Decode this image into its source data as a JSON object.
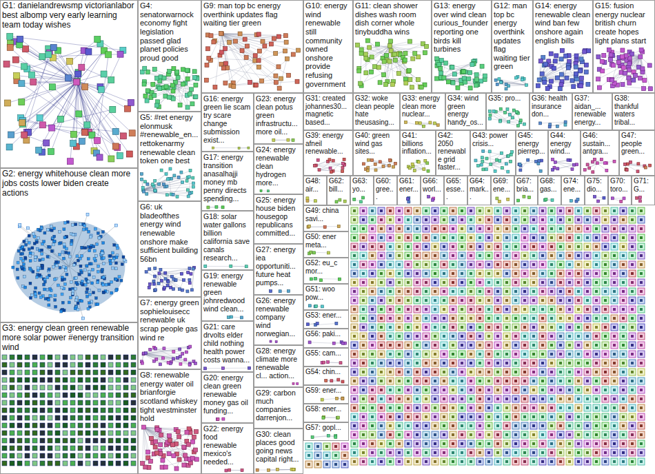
{
  "diagram": {
    "nodes": [
      {
        "text": [
          "G1: danielandrewsmp victorianlabor best albomp very early learning team today wishes"
        ]
      },
      {
        "text": [
          "G2: energy whitehouse clean more jobs costs lower biden create actions"
        ]
      },
      {
        "text": [
          "G3: energy clean green renewable more solar power #energy transition wind"
        ]
      },
      {
        "text": [
          "G4: senatorwarnock economy fight legislation passed glad planet policies proud good"
        ]
      },
      {
        "text": [
          "G5: #ret energy elonmusk #renewable_en... rettokenarmy renewable clean token one best"
        ]
      },
      {
        "text": [
          "G6: uk bladeofthes energy wind renewable onshore make sufficient building 56bn"
        ]
      },
      {
        "text": [
          "G7: energy green sophielouisecc renewable uk scrap people gas wind re"
        ]
      },
      {
        "text": [
          "G8: renewable energy water oil brianforgie scotland whiskey tight westminster hold"
        ]
      },
      {
        "text": [
          "G9: man top bc energy overthink updates flag waiting tier green"
        ]
      },
      {
        "text": [
          "G16: energy green lie scam try scare change submission exist..."
        ]
      },
      {
        "text": [
          "G17: energy transition anasalhajji money mb penny directs spending..."
        ]
      },
      {
        "text": [
          "G18: solar water gallons billion california save canals research..."
        ]
      },
      {
        "text": [
          "G19: energy renewable green johnredwood wind clean..."
        ]
      },
      {
        "text": [
          "G21: care drvolts elder child nothing health power costs wanna..."
        ]
      },
      {
        "text": [
          "G20: energy clean green renewable money gas oil funding..."
        ]
      },
      {
        "text": [
          "G22: energy food renewable mexico's needed..."
        ]
      },
      {
        "text": [
          "G10: energy wind renewable still community owned onshore provide refusing government"
        ]
      },
      {
        "text": [
          "G23: energy clean potus green infrastructu... more oil..."
        ]
      },
      {
        "text": [
          "G24: energy renewable clean hydrogen more..."
        ]
      },
      {
        "text": [
          "G25: energy house biden housegop republicans committed..."
        ]
      },
      {
        "text": [
          "G27: energy iea opportuniti... future heat pumps..."
        ]
      },
      {
        "text": [
          "G26: energy renewable company wind norwegian..."
        ]
      },
      {
        "text": [
          "G28: energy climate more renewable cl... action..."
        ]
      },
      {
        "text": [
          "G29: carbon much companies darrenjon..."
        ]
      },
      {
        "text": [
          "G30: clean places good going news capital right..."
        ]
      },
      {
        "text": [
          "G11: clean shower dishes wash room dish corner whole tinybuddha wins"
        ]
      },
      {
        "text": [
          "G13: energy over wind clean curious_founder reporting one birds kill turbines"
        ]
      },
      {
        "text": [
          "G12: man top bc energy overthink updates flag waiting tier green"
        ]
      },
      {
        "text": [
          "G14: energy renewable clean wind ban few onshore again english bills"
        ]
      },
      {
        "text": [
          "G15: fusion energy nuclear british churn create hopes light plans start"
        ]
      },
      {
        "text": [
          "G31: created johannes30... magnetic based..."
        ]
      },
      {
        "text": [
          "G32: woke clean people hate theusasing..."
        ]
      },
      {
        "text": [
          "G33: energy clean more nuclear..."
        ]
      },
      {
        "text": [
          "G34: wind green energy handy_os..."
        ]
      },
      {
        "text": [
          "G35: pro..."
        ]
      },
      {
        "text": [
          "G36: health insurance don..."
        ]
      },
      {
        "text": [
          "G37: aidan_... renewable energy..."
        ]
      },
      {
        "text": [
          "G38: thankful waters tribal..."
        ]
      },
      {
        "text": [
          "G39: energy afneil renewable..."
        ]
      },
      {
        "text": [
          "G40: green wind gas sites..."
        ]
      },
      {
        "text": [
          "G41: billions inflation..."
        ]
      },
      {
        "text": [
          "G42: 2050 renewable grid faster..."
        ]
      },
      {
        "text": [
          "G43: power crisis..."
        ]
      },
      {
        "text": [
          "G45: energy pierrep..."
        ]
      },
      {
        "text": [
          "G44: energy wind..."
        ]
      },
      {
        "text": [
          "G46: sustain... antgra..."
        ]
      },
      {
        "text": [
          "G47: people green..."
        ]
      },
      {
        "text": [
          "G48: air..."
        ]
      },
      {
        "text": [
          "G62: bill..."
        ]
      },
      {
        "text": [
          "G63: yo..."
        ]
      },
      {
        "text": [
          "G60: gree..."
        ]
      },
      {
        "text": [
          "G61: ener..."
        ]
      },
      {
        "text": [
          "G66: worl..."
        ]
      },
      {
        "text": [
          "G65: esse..."
        ]
      },
      {
        "text": [
          "G64: mark..."
        ]
      },
      {
        "text": [
          "G69: ene..."
        ]
      },
      {
        "text": [
          "G67: bria..."
        ]
      },
      {
        "text": [
          "G68: gas..."
        ]
      },
      {
        "text": [
          "G74: ene..."
        ]
      },
      {
        "text": [
          "G75: dio..."
        ]
      },
      {
        "text": [
          "G70: toro..."
        ]
      },
      {
        "text": [
          "G71: G..."
        ]
      },
      {
        "text": [
          "G49: china savi..."
        ]
      },
      {
        "text": [
          "G50: ener meta..."
        ]
      },
      {
        "text": [
          "G52: eu_c mor..."
        ]
      },
      {
        "text": [
          "G51: woo pow..."
        ]
      },
      {
        "text": [
          "G53: ener..."
        ]
      },
      {
        "text": [
          "G56: paki..."
        ]
      },
      {
        "text": [
          "G55: cam..."
        ]
      },
      {
        "text": [
          "G54: chin..."
        ]
      },
      {
        "text": [
          "G59: ener..."
        ]
      },
      {
        "text": [
          "G58: ener..."
        ]
      },
      {
        "text": [
          "G57: gopl..."
        ]
      }
    ]
  }
}
